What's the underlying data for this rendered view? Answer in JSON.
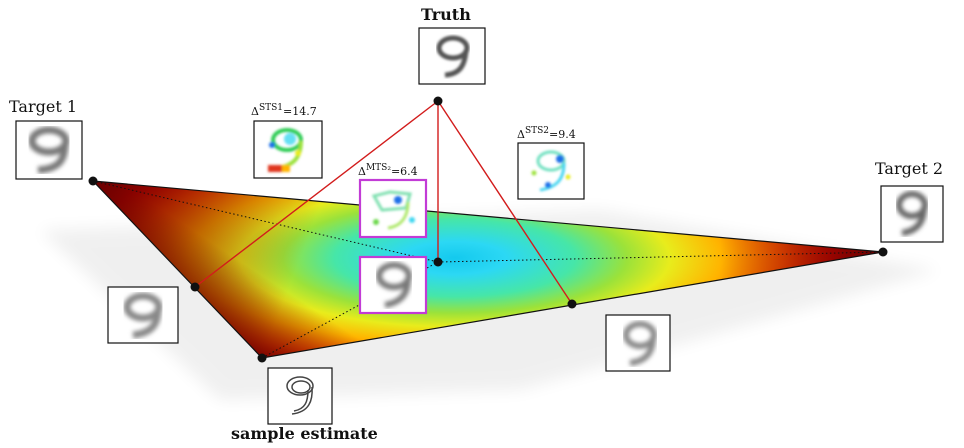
{
  "labels": {
    "truth": "Truth",
    "target1": "Target 1",
    "target2": "Target 2",
    "sample_estimate": "sample estimate"
  },
  "deltas": {
    "sts1": {
      "symbol": "Δ",
      "sup": "STS1",
      "value": "=14.7"
    },
    "mts": {
      "symbol": "Δ",
      "sup": "MTS₂",
      "value": "=6.4"
    },
    "sts2": {
      "symbol": "Δ",
      "sup": "STS2",
      "value": "=9.4"
    }
  },
  "colors": {
    "edge_line": "#d21c1c",
    "highlight_frame": "#c23bd6",
    "vertex_dot": "#111111",
    "triangle_outline": "#111111"
  },
  "icons": {
    "digit_thumbnail": "digit-nine-icon",
    "error_map": "error-heatmap-icon"
  }
}
